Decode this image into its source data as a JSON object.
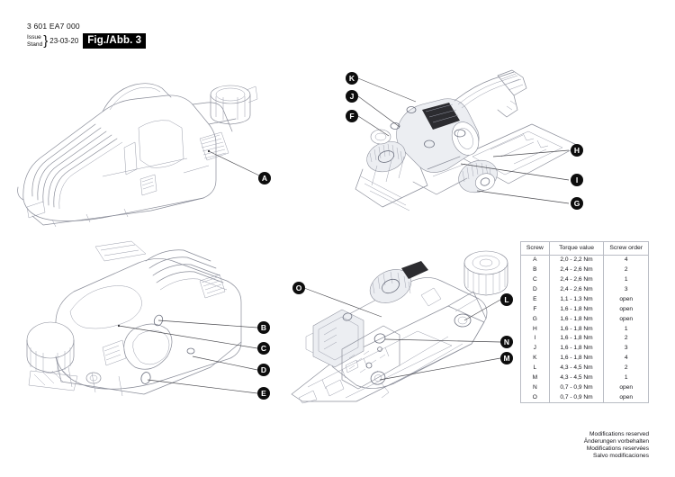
{
  "header": {
    "part_number": "3 601 EA7 000",
    "issue_label": "Issue",
    "stand_label": "Stand",
    "brace": "}",
    "date": "23-03-20",
    "figure_badge": "Fig./Abb. 3"
  },
  "callouts": {
    "top_left": [
      {
        "id": "A",
        "label": "A"
      }
    ],
    "top_right": [
      {
        "id": "K",
        "label": "K"
      },
      {
        "id": "J",
        "label": "J"
      },
      {
        "id": "F",
        "label": "F"
      },
      {
        "id": "H",
        "label": "H"
      },
      {
        "id": "I",
        "label": "I"
      },
      {
        "id": "G",
        "label": "G"
      }
    ],
    "bottom_left": [
      {
        "id": "B",
        "label": "B"
      },
      {
        "id": "C",
        "label": "C"
      },
      {
        "id": "D",
        "label": "D"
      },
      {
        "id": "E",
        "label": "E"
      }
    ],
    "bottom_right": [
      {
        "id": "O",
        "label": "O"
      },
      {
        "id": "L",
        "label": "L"
      },
      {
        "id": "N",
        "label": "N"
      },
      {
        "id": "M",
        "label": "M"
      }
    ]
  },
  "torque_table": {
    "headers": {
      "screw": "Screw",
      "torque": "Torque value",
      "order": "Screw order"
    },
    "rows": [
      {
        "screw": "A",
        "torque": "2,0 - 2,2 Nm",
        "order": "4"
      },
      {
        "screw": "B",
        "torque": "2,4 - 2,6 Nm",
        "order": "2"
      },
      {
        "screw": "C",
        "torque": "2,4 - 2,6 Nm",
        "order": "1"
      },
      {
        "screw": "D",
        "torque": "2,4 - 2,6 Nm",
        "order": "3"
      },
      {
        "screw": "E",
        "torque": "1,1 - 1,3 Nm",
        "order": "open"
      },
      {
        "screw": "F",
        "torque": "1,6 - 1,8 Nm",
        "order": "open"
      },
      {
        "screw": "G",
        "torque": "1,6 - 1,8 Nm",
        "order": "open"
      },
      {
        "screw": "H",
        "torque": "1,6 - 1,8 Nm",
        "order": "1"
      },
      {
        "screw": "I",
        "torque": "1,6 - 1,8 Nm",
        "order": "2"
      },
      {
        "screw": "J",
        "torque": "1,6 - 1,8 Nm",
        "order": "3"
      },
      {
        "screw": "K",
        "torque": "1,6 - 1,8 Nm",
        "order": "4"
      },
      {
        "screw": "L",
        "torque": "4,3 - 4,5 Nm",
        "order": "2"
      },
      {
        "screw": "M",
        "torque": "4,3 - 4,5 Nm",
        "order": "1"
      },
      {
        "screw": "N",
        "torque": "0,7 - 0,9 Nm",
        "order": "open"
      },
      {
        "screw": "O",
        "torque": "0,7 - 0,9 Nm",
        "order": "open"
      }
    ]
  },
  "footer": {
    "line_en": "Modifications reserved",
    "line_de": "Änderungen vorbehalten",
    "line_fr": "Modifications reservées",
    "line_es": "Salvo modificaciones"
  },
  "colors": {
    "line_art": "#8a8d99",
    "callout_bg": "#0d0d0d",
    "badge_bg": "#000000",
    "table_border": "#b9bcc4"
  }
}
